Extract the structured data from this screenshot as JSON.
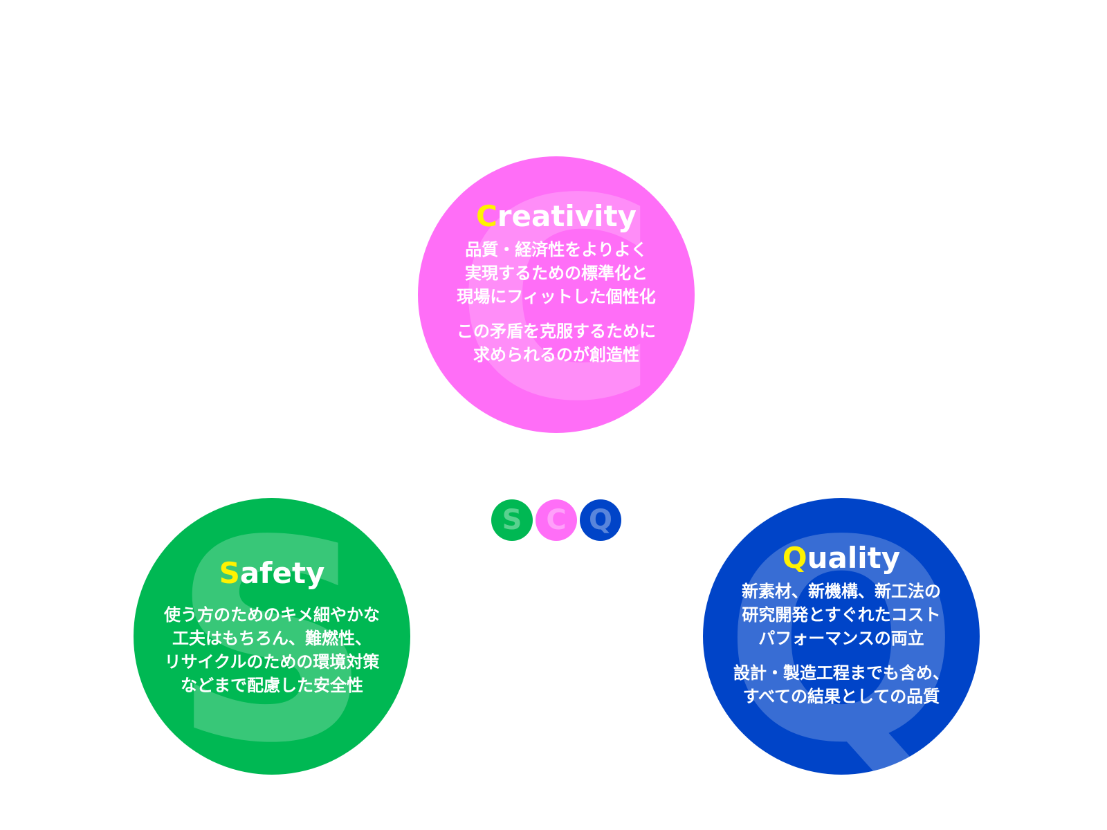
{
  "colors": {
    "safety": "#00b853",
    "creativity": "#ff6ef7",
    "quality": "#0044c8",
    "accent_initial": "#fff200",
    "text": "#ffffff",
    "background": "#ffffff"
  },
  "badges": {
    "s": "S",
    "c": "C",
    "q": "Q"
  },
  "creativity": {
    "watermark": "C",
    "initial": "C",
    "title_rest": "reativity",
    "para1": [
      "品質・経済性をよりよく",
      "実現するための標準化と",
      "現場にフィットした個性化"
    ],
    "para2": [
      "この矛盾を克服するために",
      "求められるのが創造性"
    ]
  },
  "safety": {
    "watermark": "S",
    "initial": "S",
    "title_rest": "afety",
    "para1": [
      "使う方のためのキメ細やかな",
      "工夫はもちろん、難燃性、",
      "リサイクルのための環境対策",
      "などまで配慮した安全性"
    ]
  },
  "quality": {
    "watermark": "Q",
    "initial": "Q",
    "title_rest": "uality",
    "para1": [
      "新素材、新機構、新工法の",
      "研究開発とすぐれたコスト",
      "パフォーマンスの両立"
    ],
    "para2": [
      "設計・製造工程までも含め、",
      "すべての結果としての品質"
    ]
  }
}
